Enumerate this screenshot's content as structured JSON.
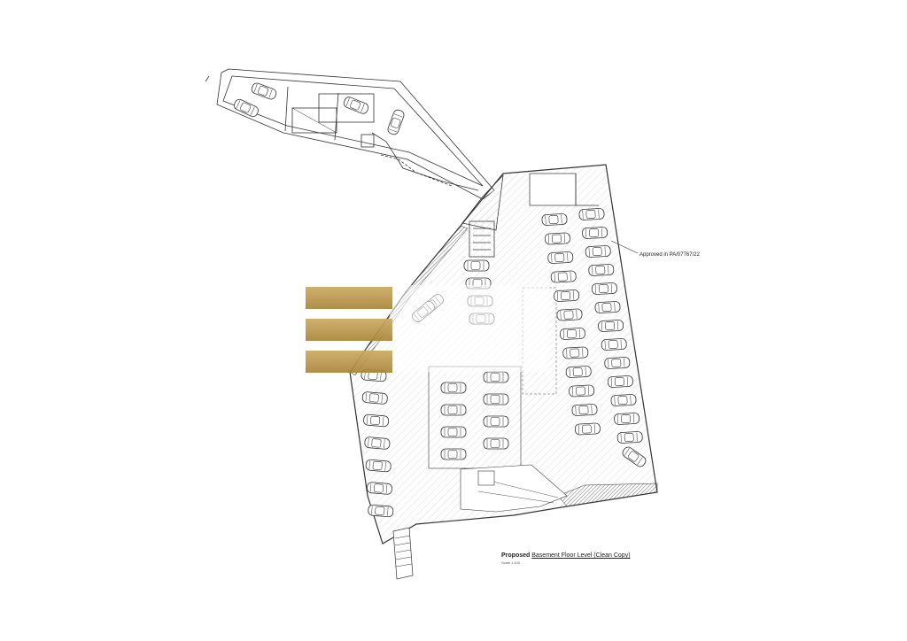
{
  "plan": {
    "approval_note": "Approved in PA/07767/22",
    "caption_bold": "Proposed",
    "caption_rest": "Basement Floor Level  (Clean Copy)",
    "scale": "Scale 1:100"
  },
  "colors": {
    "line": "#333333",
    "hatch": "#bdbdbd",
    "logo_gold": "#b8974a"
  },
  "icons": {
    "car": "car-icon",
    "watermark": "gold-stripes-logo"
  }
}
